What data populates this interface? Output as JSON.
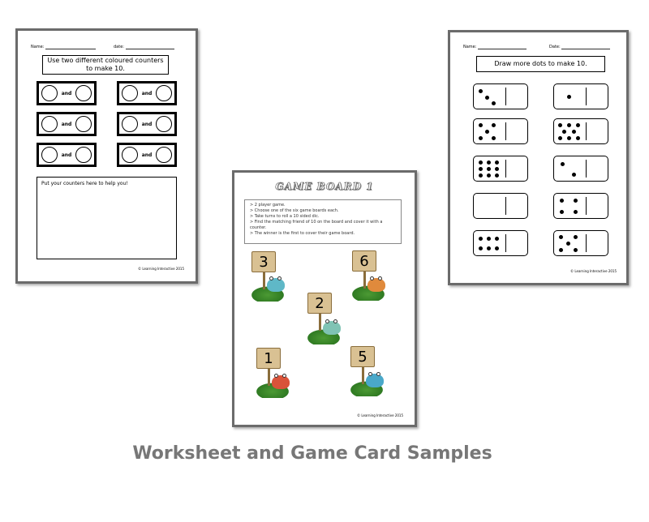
{
  "sheet1": {
    "name_label": "Name:",
    "date_label": "date:",
    "instruction": "Use two different coloured counters to make 10.",
    "and_label": "and",
    "helper_text": "Put your counters here to help you!",
    "copyright": "© Learning Interactive 2015"
  },
  "sheet2": {
    "name_label": "Name:",
    "date_label": "Date:",
    "instruction": "Draw more dots to make 10.",
    "copyright": "© Learning Interactive 2015"
  },
  "sheet3": {
    "title": "GAME BOARD 1",
    "rules": [
      "> 2 player game.",
      "> Choose one of the six game boards each.",
      "> Take turns to roll a 10 sided dic.",
      "> Find the matching friend of 10 on the board and cover it with a",
      "   counter.",
      "> The winner is the first to cover their game board."
    ],
    "signs": [
      "3",
      "6",
      "2",
      "1",
      "5"
    ],
    "copyright": "© Learning Interactive 2015"
  },
  "caption": "Worksheet and Game Card Samples"
}
